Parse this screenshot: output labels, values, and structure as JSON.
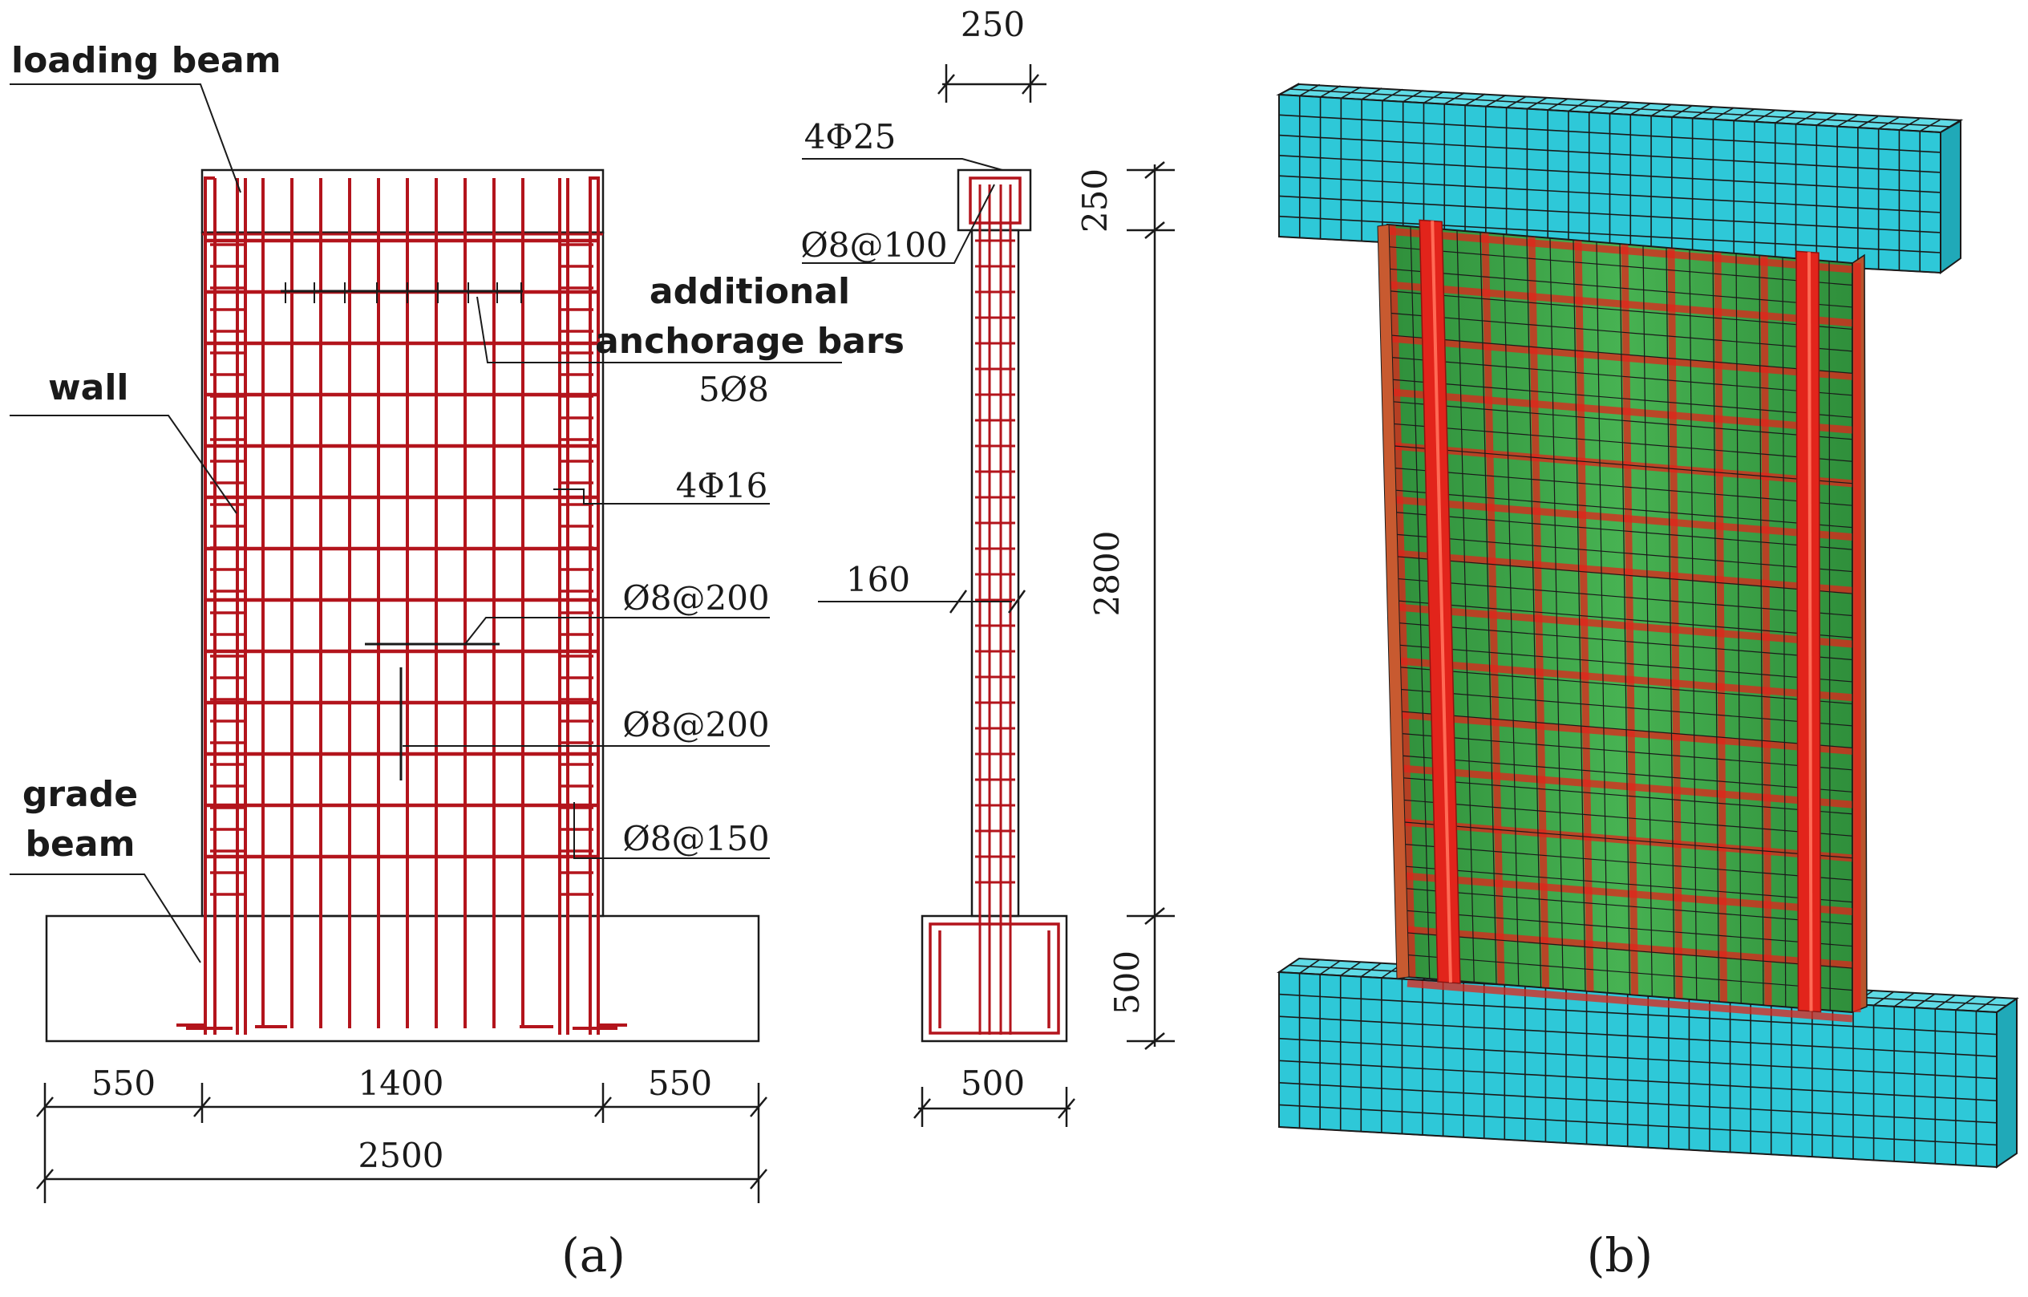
{
  "panel_a": {
    "labels": {
      "loading_beam": "loading beam",
      "additional_line1": "additional",
      "additional_line2": "anchorage bars",
      "wall": "wall",
      "grade_line1": "grade",
      "grade_line2": "beam"
    },
    "callouts": {
      "anchor_bars": "5Ø8",
      "boundary_bars": "4Φ16",
      "horizontal_web": "Ø8@200",
      "vertical_web": "Ø8@200",
      "boundary_stirrups": "Ø8@150",
      "beam_bars": "4Φ25",
      "beam_stirrups": "Ø8@100"
    },
    "dims": {
      "left": "550",
      "middle": "1400",
      "right": "550",
      "total": "2500",
      "beam_width": "250",
      "wall_thickness": "160",
      "base_width": "500",
      "beam_height": "250",
      "wall_height": "2800",
      "base_height": "500"
    },
    "caption": "(a)"
  },
  "panel_b": {
    "caption": "(b)",
    "colors": {
      "beam": "#2ec8d8",
      "wall": "#3da84a",
      "rebar": "#e2241b",
      "mesh_line": "#1a1a1a"
    }
  },
  "colors": {
    "rebar": "#b3141c",
    "line": "#1a1a1a"
  }
}
